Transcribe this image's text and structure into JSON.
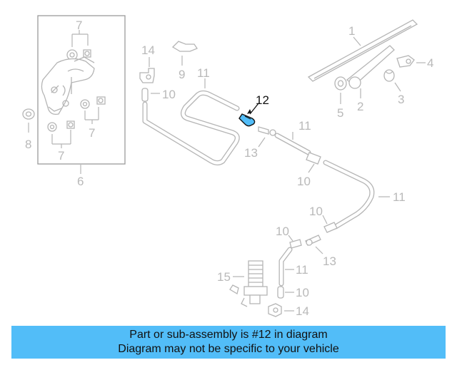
{
  "diagram": {
    "highlight_color": "#52bdf8",
    "labels": {
      "l1": "1",
      "l2": "2",
      "l3": "3",
      "l4": "4",
      "l5": "5",
      "l6": "6",
      "l7a": "7",
      "l7b": "7",
      "l7c": "7",
      "l8": "8",
      "l9": "9",
      "l10a": "10",
      "l10b": "10",
      "l10c": "10",
      "l10d": "10",
      "l10e": "10",
      "l11a": "11",
      "l11b": "11",
      "l11c": "11",
      "l11d": "11",
      "l12": "12",
      "l13a": "13",
      "l13b": "13",
      "l14a": "14",
      "l14b": "14",
      "l15": "15"
    }
  },
  "banner": {
    "line1": "Part or sub-assembly is #12 in diagram",
    "line2": "Diagram may not be specific to your vehicle"
  }
}
